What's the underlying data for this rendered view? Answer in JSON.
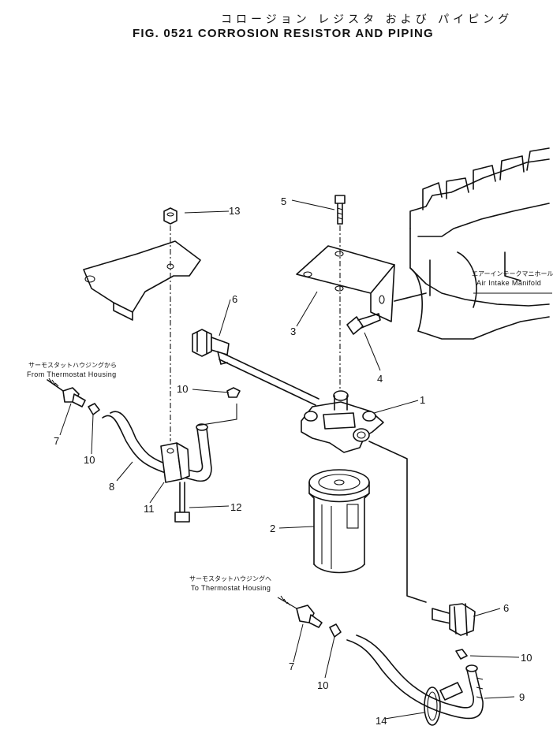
{
  "title": {
    "japanese": "コロージョン レジスタ および パイピング",
    "english": "FIG. 0521  CORROSION RESISTOR AND PIPING"
  },
  "notes": {
    "from_thermostat_jp": "サーモスタットハウジングから",
    "from_thermostat_en": "From Thermostat Housing",
    "to_thermostat_jp": "サーモスタットハウジングへ",
    "to_thermostat_en": "To Thermostat Housing",
    "manifold_jp": "エアーインテークマニホールド",
    "manifold_en": "Air Intake Manifold"
  },
  "callouts": {
    "c1": "1",
    "c2": "2",
    "c3": "3",
    "c4": "4",
    "c5": "5",
    "c6a": "6",
    "c6b": "6",
    "c7a": "7",
    "c7b": "7",
    "c8": "8",
    "c9": "9",
    "c10a": "10",
    "c10b": "10",
    "c10c": "10",
    "c10d": "10",
    "c11": "11",
    "c12": "12",
    "c13": "13",
    "c14": "14"
  }
}
